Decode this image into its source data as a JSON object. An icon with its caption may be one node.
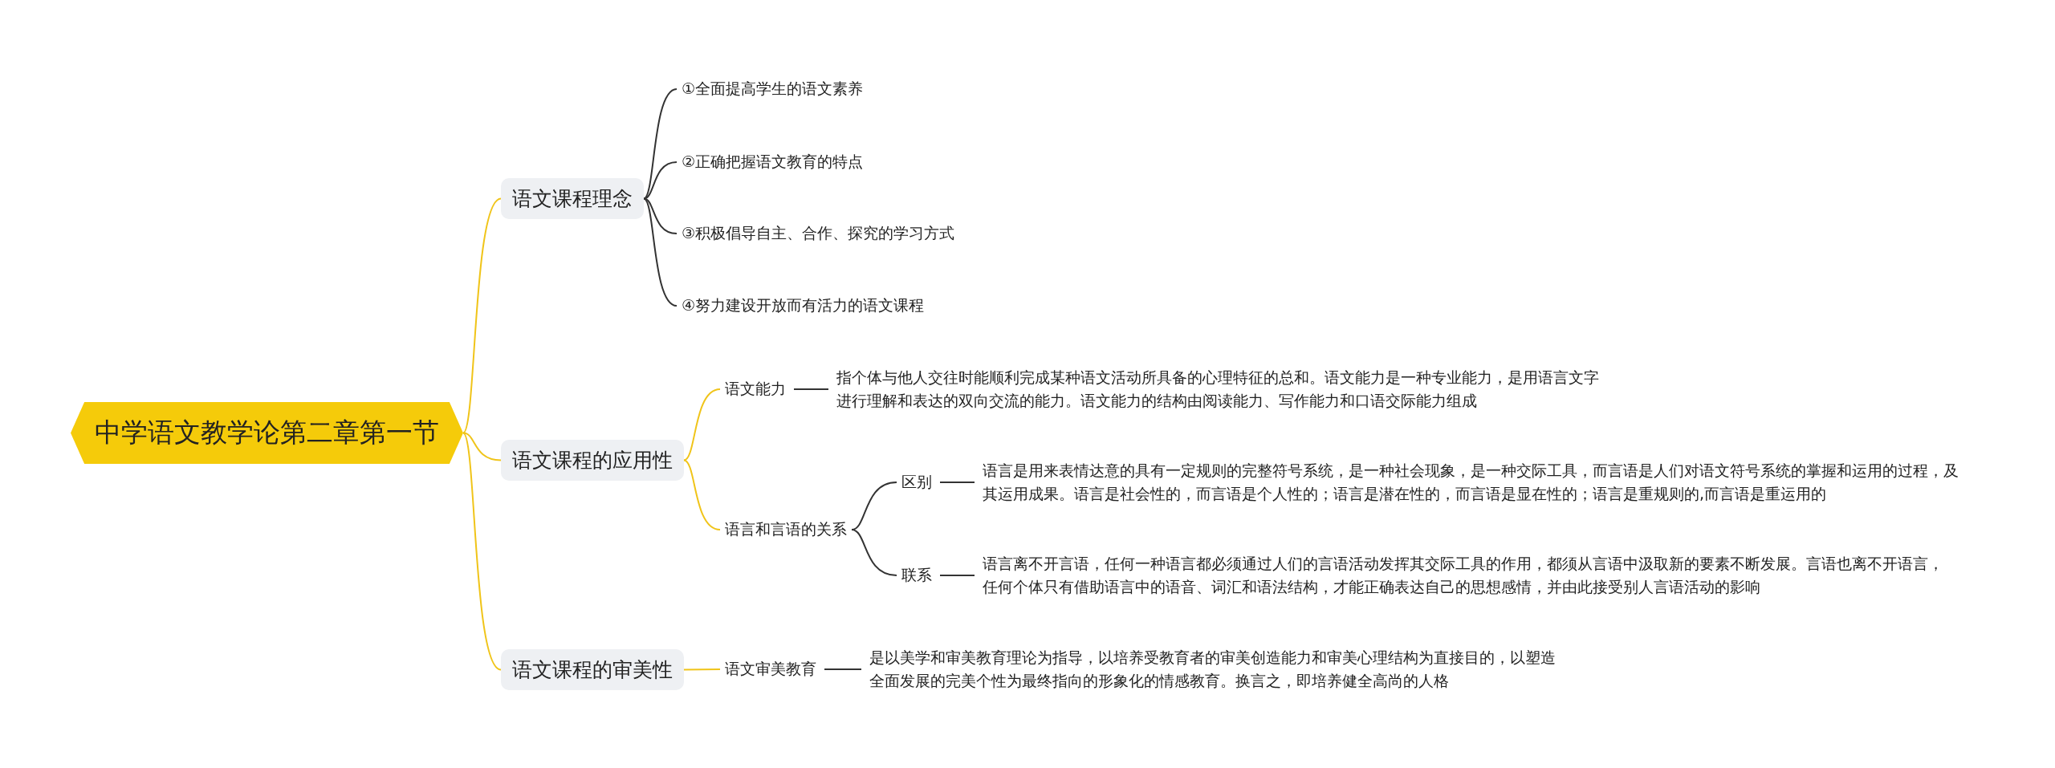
{
  "diagram": {
    "nodes": [
      {
        "text": [
          "中学语文教学论第二章第一节"
        ]
      },
      {
        "text": [
          "语文课程理念"
        ]
      },
      {
        "text": [
          "①全面提高学生的语文素养"
        ]
      },
      {
        "text": [
          "②正确把握语文教育的特点"
        ]
      },
      {
        "text": [
          "③积极倡导自主、合作、探究的学习方式"
        ]
      },
      {
        "text": [
          "④努力建设开放而有活力的语文课程"
        ]
      },
      {
        "text": [
          "语文课程的应用性"
        ]
      },
      {
        "text": [
          "语文能力"
        ]
      },
      {
        "text": [
          "指个体与他人交往时能顺利完成某种语文活动所具备的心理特征的总和。语文能力是一种专业能力，是用语言文字进行理解和表达的双向交流的能力。语文能力的结构由阅读能力、写作能力和口语交际能力组成"
        ]
      },
      {
        "text": [
          "语言和言语的关系"
        ]
      },
      {
        "text": [
          "区别"
        ]
      },
      {
        "text": [
          "语言是用来表情达意的具有一定规则的完整符号系统，是一种社会现象，是一种交际工具，而言语是人们对语文符号系统的掌握和运用的过程，及其运用成果。语言是社会性的，而言语是个人性的；语言是潜在性的，而言语是显在性的；语言是重规则的,而言语是重运用的"
        ]
      },
      {
        "text": [
          "联系"
        ]
      },
      {
        "text": [
          "语言离不开言语，任何一种语言都必须通过人们的言语活动发挥其交际工具的作用，都须从言语中汲取新的要素不断发展。言语也离不开语言，任何个体只有借助语言中的语音、词汇和语法结构，才能正确表达自己的思想感情，并由此接受别人言语活动的影响"
        ]
      },
      {
        "text": [
          "语文课程的审美性"
        ]
      },
      {
        "text": [
          "语文审美教育"
        ]
      },
      {
        "text": [
          "是以美学和审美教育理论为指导，以培养受教育者的审美创造能力和审美心理结构为直接目的，以塑造全面发展的完美个性为最终指向的形象化的情感教育。换言之，即培养健全高尚的人格"
        ]
      }
    ],
    "edges": [
      {
        "from": 0,
        "to": 1,
        "arrow": "none",
        "color": "#f0c419"
      },
      {
        "from": 0,
        "to": 6,
        "arrow": "none",
        "color": "#f0c419"
      },
      {
        "from": 0,
        "to": 14,
        "arrow": "none",
        "color": "#f0c419"
      },
      {
        "from": 1,
        "to": 2,
        "arrow": "none"
      },
      {
        "from": 1,
        "to": 3,
        "arrow": "none"
      },
      {
        "from": 1,
        "to": 4,
        "arrow": "none"
      },
      {
        "from": 1,
        "to": 5,
        "arrow": "none"
      },
      {
        "from": 6,
        "to": 7,
        "arrow": "none",
        "color": "#f0c419"
      },
      {
        "from": 7,
        "to": 8,
        "arrow": "none"
      },
      {
        "from": 6,
        "to": 9,
        "arrow": "none",
        "color": "#f0c419"
      },
      {
        "from": 9,
        "to": 10,
        "arrow": "none"
      },
      {
        "from": 10,
        "to": 11,
        "arrow": "none"
      },
      {
        "from": 9,
        "to": 12,
        "arrow": "none"
      },
      {
        "from": 12,
        "to": 13,
        "arrow": "none"
      },
      {
        "from": 14,
        "to": 15,
        "arrow": "none",
        "color": "#f0c419"
      },
      {
        "from": 15,
        "to": 16,
        "arrow": "none"
      }
    ]
  }
}
